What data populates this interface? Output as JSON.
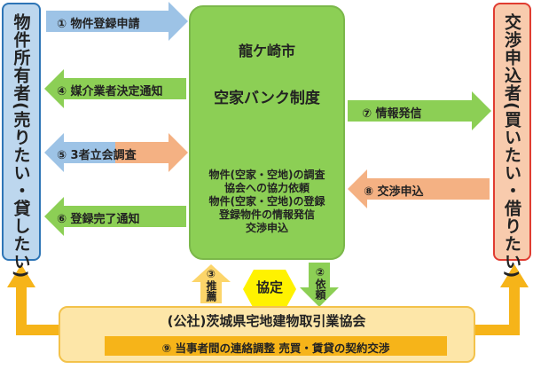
{
  "owner": {
    "label": "物件所有者(売りたい・貸したい)"
  },
  "applicant": {
    "label": "交渉申込者(買いたい・借りたい)"
  },
  "center": {
    "title_line1": "龍ケ崎市",
    "title_line2": "空家バンク制度",
    "items": [
      "物件(空家・空地)の調査",
      "協会への協力依頼",
      "物件(空家・空地)の登録",
      "登録物件の情報発信",
      "交渉申込"
    ]
  },
  "arrows": {
    "a1": "① 物件登録申請",
    "a4": "④ 媒介業者決定通知",
    "a5": "⑤ 3者立会調査",
    "a6": "⑥ 登録完了通知",
    "a7": "⑦ 情報発信",
    "a8": "⑧ 交渉申込",
    "a3": "③推薦",
    "a2": "②依頼"
  },
  "agreement": "協定",
  "association": {
    "title": "(公社)茨城県宅地建物取引業協会",
    "sub": "⑨ 当事者間の連絡調整  売買・賃貸の契約交渉"
  },
  "colors": {
    "blue_arrow": "#9dc3e6",
    "green_arrow": "#8ccf55",
    "orange_arrow": "#f4b183",
    "yellow": "#f6b419",
    "owner_box": "#bdd7ee",
    "applicant_box": "#f8cbad",
    "applicant_border": "#e03c31"
  }
}
